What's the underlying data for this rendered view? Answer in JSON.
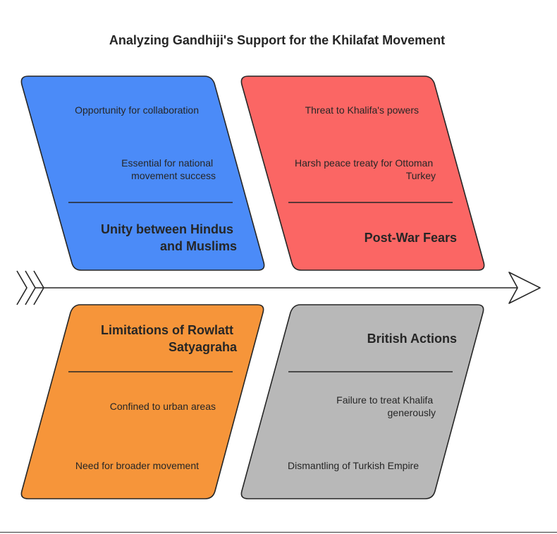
{
  "title": "Analyzing Gandhiji's Support for the Khilafat Movement",
  "colors": {
    "blue": "#4b8bf8",
    "red": "#fb6664",
    "orange": "#f6953a",
    "gray": "#b8b8b8",
    "stroke": "#262626"
  },
  "causes": {
    "unity": {
      "title_lines": [
        "Unity between Hindus",
        "and Muslims"
      ],
      "items": [
        {
          "lines": [
            "Opportunity for collaboration"
          ]
        },
        {
          "lines": [
            "Essential for national",
            "movement success"
          ]
        }
      ]
    },
    "fears": {
      "title_lines": [
        "Post-War Fears"
      ],
      "items": [
        {
          "lines": [
            "Threat to Khalifa's powers"
          ]
        },
        {
          "lines": [
            "Harsh peace treaty for Ottoman",
            "Turkey"
          ]
        }
      ]
    },
    "rowlatt": {
      "title_lines": [
        "Limitations of Rowlatt",
        "Satyagraha"
      ],
      "items": [
        {
          "lines": [
            "Confined to urban areas"
          ]
        },
        {
          "lines": [
            "Need for broader movement"
          ]
        }
      ]
    },
    "british": {
      "title_lines": [
        "British Actions"
      ],
      "items": [
        {
          "lines": [
            "Failure to treat Khalifa",
            "generously"
          ]
        },
        {
          "lines": [
            "Dismantling of Turkish Empire"
          ]
        }
      ]
    }
  }
}
